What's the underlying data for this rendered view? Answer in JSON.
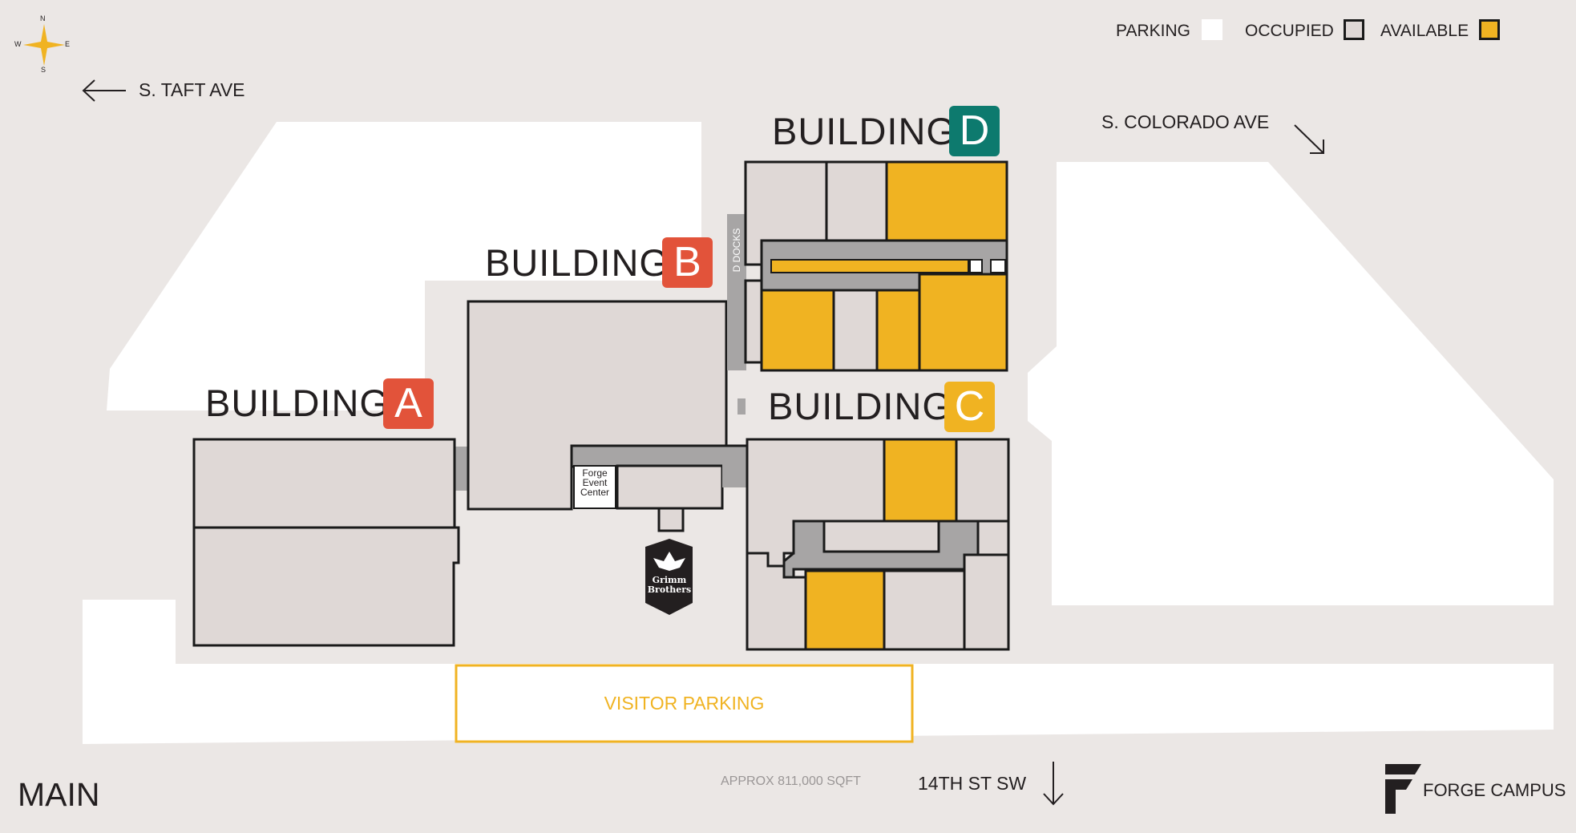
{
  "colors": {
    "background": "#ebe7e5",
    "parking": "#ffffff",
    "occupied": "#dfd8d6",
    "available": "#f0b322",
    "corridor": "#a7a5a5",
    "outline": "#1a1a1a",
    "badge_a": "#e2533a",
    "badge_b": "#e2533a",
    "badge_c": "#f0b322",
    "badge_d": "#0d7a6e",
    "visitor": "#f0b322"
  },
  "compass": {
    "n": "N",
    "s": "S",
    "e": "E",
    "w": "W",
    "icon": "compass-star-icon"
  },
  "legend": {
    "parking": "PARKING",
    "occupied": "OCCUPIED",
    "available": "AVAILABLE"
  },
  "streets": {
    "taft": "S. TAFT AVE",
    "colorado": "S. COLORADO AVE",
    "fourteenth": "14TH ST SW"
  },
  "buildings": {
    "a": {
      "title": "BUILDING",
      "letter": "A"
    },
    "b": {
      "title": "BUILDING",
      "letter": "B"
    },
    "c": {
      "title": "BUILDING",
      "letter": "C"
    },
    "d": {
      "title": "BUILDING",
      "letter": "D"
    }
  },
  "labels": {
    "d_docks": "D DOCKS",
    "event_center": [
      "Forge",
      "Event",
      "Center"
    ],
    "grimm_brothers": [
      "Grimm",
      "Brothers"
    ],
    "visitor_parking": "VISITOR PARKING",
    "area": "APPROX 811,000 SQFT",
    "level": "MAIN",
    "brand": "FORGE CAMPUS"
  }
}
